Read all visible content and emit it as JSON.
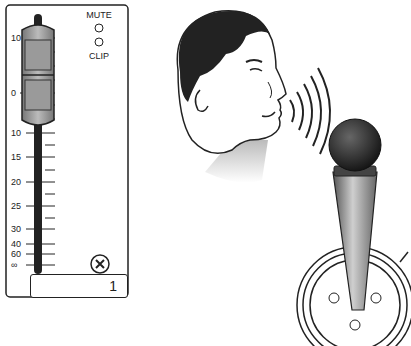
{
  "diagram": {
    "nodes": [
      {
        "text": [
          "1"
        ]
      }
    ],
    "labels": [
      "MUTE",
      "CLIP",
      "10",
      "0",
      "10",
      "15",
      "20",
      "25",
      "30",
      "40",
      "60",
      "∞"
    ]
  }
}
